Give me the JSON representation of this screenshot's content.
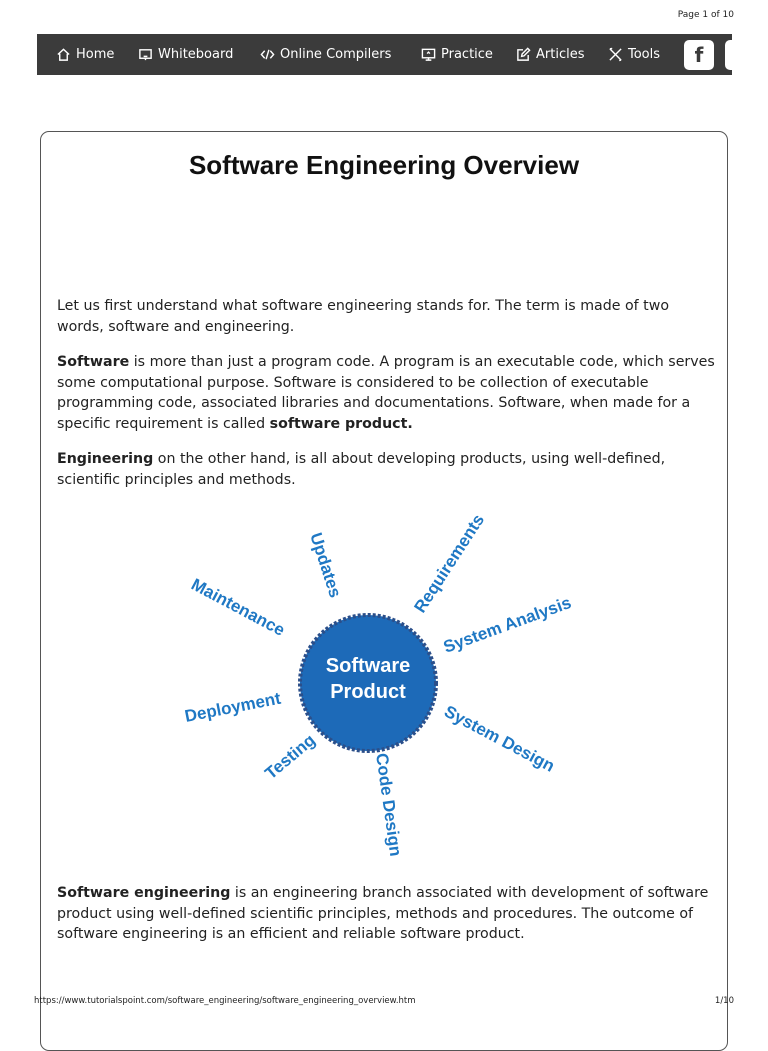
{
  "page_indicator": "Page 1 of 10",
  "nav": {
    "items": [
      "Home",
      "Whiteboard",
      "Online Compilers",
      "Practice",
      "Articles",
      "Tools"
    ],
    "facebook_glyph": "f"
  },
  "article": {
    "title": "Software Engineering Overview",
    "p1": "Let us first understand what software engineering stands for. The term is made of two words, software and engineering.",
    "p2_bold1": "Software",
    "p2_text1": " is more than just a program code. A program is an executable code, which serves some computational purpose. Software is considered to be collection of executable programming code, associated libraries and documentations. Software, when made for a specific requirement is called ",
    "p2_bold2": "software product.",
    "p3_bold": "Engineering",
    "p3_text": " on the other hand, is all about developing products, using well-defined, scientific principles and methods.",
    "p4_bold": "Software engineering",
    "p4_text": " is an engineering branch associated with development of software product using well-defined scientific principles, methods and procedures. The outcome of software engineering is an efficient and reliable software product."
  },
  "diagram": {
    "center_line1": "Software",
    "center_line2": "Product",
    "rays": [
      "Updates",
      "Requirements",
      "Maintenance",
      "System Analysis",
      "Deployment",
      "System Design",
      "Testing",
      "Code Design"
    ],
    "color": "#1f78c4"
  },
  "footer": {
    "url": "https://www.tutorialspoint.com/software_engineering/software_engineering_overview.htm",
    "page": "1/10"
  }
}
